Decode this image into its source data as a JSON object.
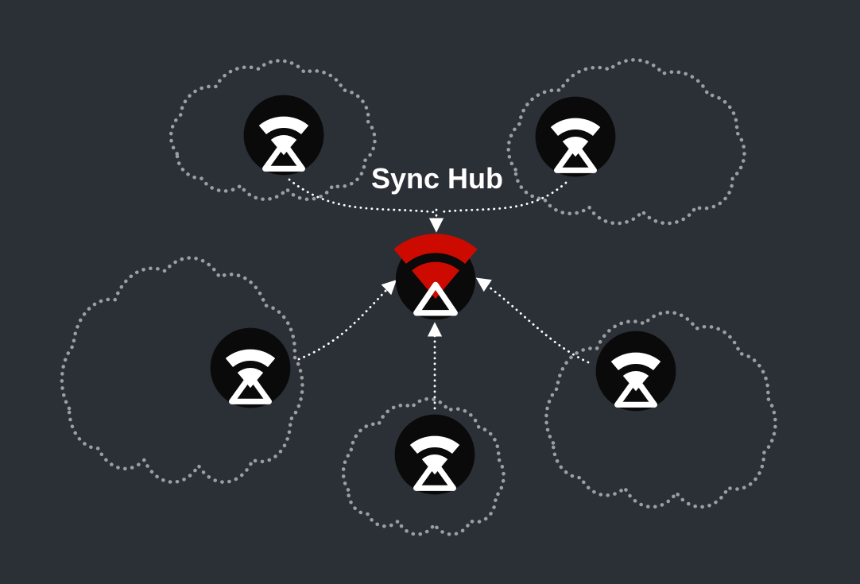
{
  "diagram": {
    "title": "Sync Hub",
    "colors": {
      "background": "#2b3036",
      "cloud_outline": "#9b9fa1",
      "arrow": "#ffffff",
      "title_text": "#ffffff",
      "device_circle": "#0a0a0a",
      "device_glyph": "#ffffff",
      "hub_accent": "#cc0a00"
    },
    "hub": {
      "name": "sync-hub",
      "icon": "sync-hub-icon"
    },
    "remotes": [
      {
        "name": "remote-device-top-left",
        "icon": "sync-device-icon"
      },
      {
        "name": "remote-device-top-right",
        "icon": "sync-device-icon"
      },
      {
        "name": "remote-device-middle-left",
        "icon": "sync-device-icon"
      },
      {
        "name": "remote-device-bottom-center",
        "icon": "sync-device-icon"
      },
      {
        "name": "remote-device-middle-right",
        "icon": "sync-device-icon"
      }
    ]
  }
}
